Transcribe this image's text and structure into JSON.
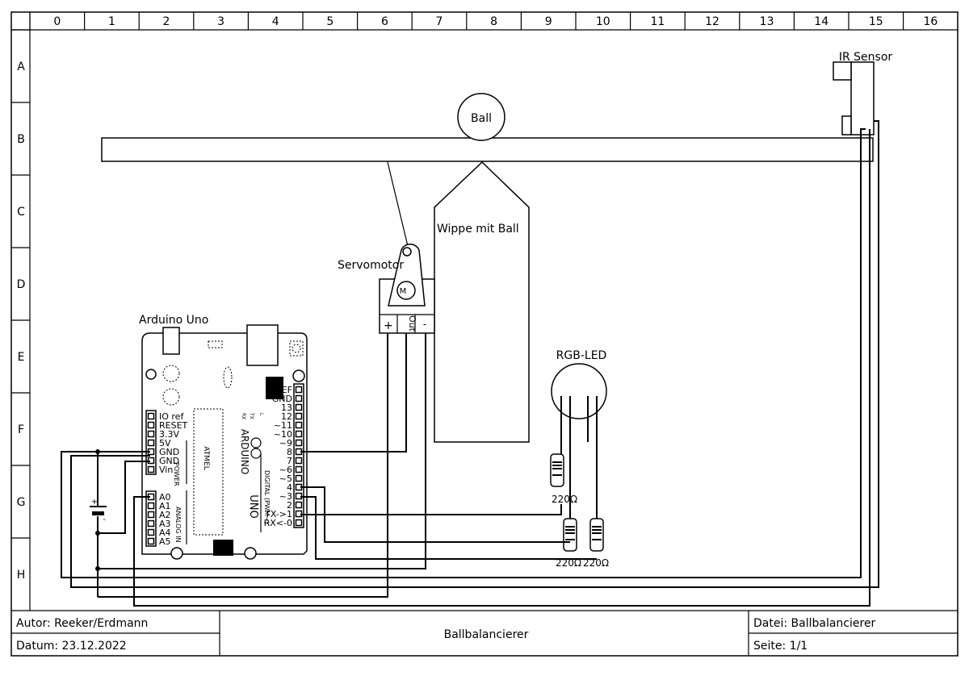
{
  "sheet": {
    "column_labels": [
      "0",
      "1",
      "2",
      "3",
      "4",
      "5",
      "6",
      "7",
      "8",
      "9",
      "10",
      "11",
      "12",
      "13",
      "14",
      "15",
      "16"
    ],
    "row_labels": [
      "A",
      "B",
      "C",
      "D",
      "E",
      "F",
      "G",
      "H"
    ]
  },
  "title_block": {
    "author": "Autor: Reeker/Erdmann",
    "date": "Datum: 23.12.2022",
    "title": "Ballbalancierer",
    "file": "Datei: Ballbalancierer",
    "page": "Seite: 1/1"
  },
  "components": {
    "ball": "Ball",
    "seesaw": "Wippe mit Ball",
    "servo": {
      "label": "Servomotor",
      "pins": [
        "+",
        "Out",
        "-"
      ]
    },
    "arduino": {
      "label": "Arduino Uno",
      "power_pins": [
        "IO ref",
        "RESET",
        "3.3V",
        "5V",
        "GND",
        "GND",
        "Vin"
      ],
      "power_header": "POWER",
      "analog_pins": [
        "A0",
        "A1",
        "A2",
        "A3",
        "A4",
        "A5"
      ],
      "analog_header": "ANALOG IN",
      "digital_pins": [
        "AREF",
        "GND",
        "13",
        "12",
        "~11",
        "~10",
        "~9",
        "8",
        "7",
        "~6",
        "~5",
        "4",
        "~3",
        "2",
        "TX->1",
        "RX<-0"
      ],
      "digital_header": "DIGITAL (PWM~)",
      "brand": "ARDUINO",
      "model": "UNO",
      "chip": "ATMEL",
      "leds": [
        "RX",
        "TX",
        "L"
      ]
    },
    "rgb_led": "RGB-LED",
    "resistors": [
      "220Ω",
      "220Ω",
      "220Ω"
    ],
    "ir_sensor": "IR Sensor",
    "battery": {
      "plus": "+",
      "minus": "-"
    }
  }
}
